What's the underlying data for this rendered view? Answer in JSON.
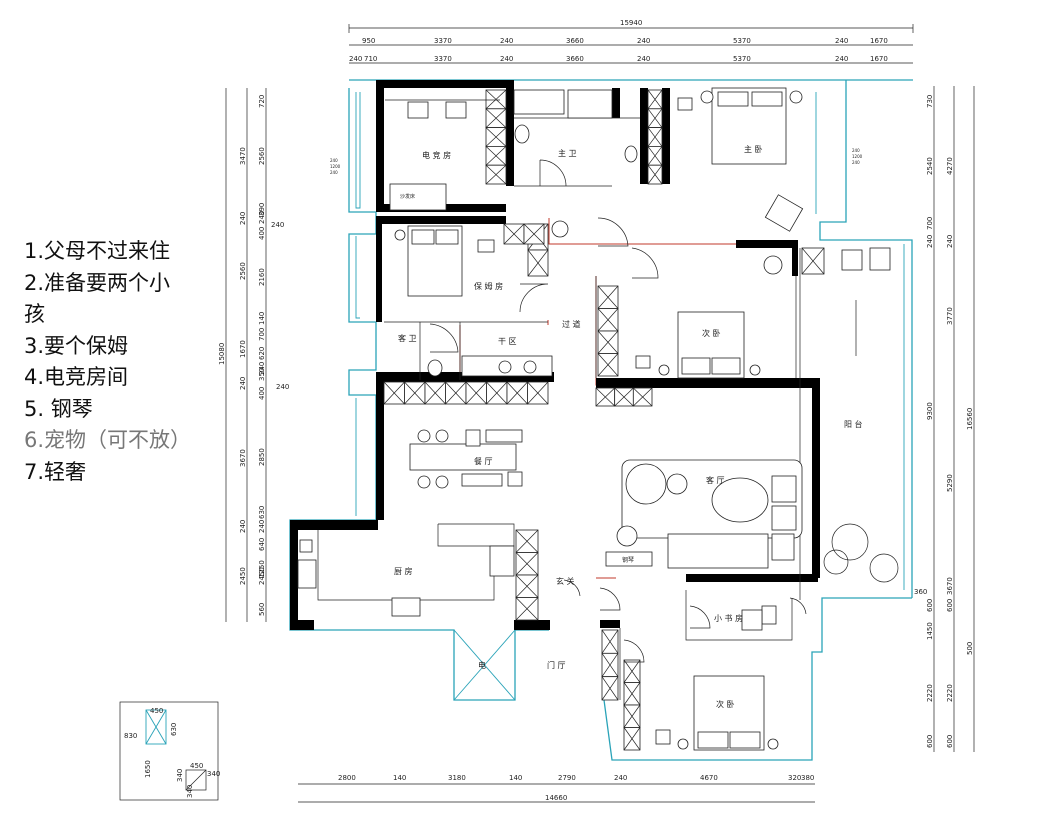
{
  "requirements": [
    "1.父母不过来住",
    "2.准备要两个小孩",
    "3.要个保姆",
    "4.电竞房间",
    "5. 钢琴",
    "6.宠物（可不放）",
    "7.轻奢"
  ],
  "rooms": {
    "esports": "电 竞 房",
    "master_bath": "主 卫",
    "master_bed": "主 卧",
    "nanny": "保 姆 房",
    "guest_bath": "客 卫",
    "dry_area": "干 区",
    "corridor": "过 道",
    "second_bed_top": "次 卧",
    "balcony": "阳 台",
    "dining": "餐 厅",
    "living": "客 厅",
    "piano": "钢琴",
    "kitchen": "厨 房",
    "entrance": "玄 关",
    "study": "小 书 房",
    "elevator": "电",
    "foyer": "门 厅",
    "second_bed_bottom": "次 卧",
    "sofa_bed": "沙发床"
  },
  "dimensions": {
    "top_total": "15940",
    "top_row1": [
      "950",
      "3370",
      "240",
      "3660",
      "240",
      "5370",
      "240",
      "1670"
    ],
    "top_row2": [
      "240",
      "710",
      "3370",
      "240",
      "3660",
      "240",
      "5370",
      "240",
      "1670"
    ],
    "left_total": "15080",
    "left_inner": [
      "720",
      "2560",
      "240",
      "390",
      "400",
      "2160",
      "140",
      "700",
      "620",
      "240",
      "350",
      "400",
      "2850",
      "240",
      "640",
      "630",
      "2450",
      "1250",
      "560"
    ],
    "left_outer": [
      "3470",
      "240",
      "2560",
      "1670",
      "240",
      "3670",
      "240",
      "2450"
    ],
    "left_side_extra": [
      "240",
      "240"
    ],
    "right_inner": [
      "730",
      "2540",
      "700",
      "240",
      "3770",
      "600",
      "1450",
      "600",
      "2220",
      "600"
    ],
    "right_outer": [
      "4270",
      "240",
      "9300",
      "5290",
      "3670",
      "2220",
      "600",
      "500",
      "360"
    ],
    "right_total": "16560",
    "bottom_row": [
      "2800",
      "140",
      "3180",
      "140",
      "2790",
      "240",
      "4670",
      "320",
      "380"
    ],
    "bottom_total": "14660",
    "elevator_small": [
      "450",
      "630",
      "830",
      "1650",
      "450",
      "340",
      "340",
      "340"
    ],
    "window_marks": [
      "240",
      "1200",
      "240"
    ]
  },
  "colors": {
    "wall": "#000000",
    "outer_line": "#2aa3b8",
    "red_line": "#c0392b"
  }
}
